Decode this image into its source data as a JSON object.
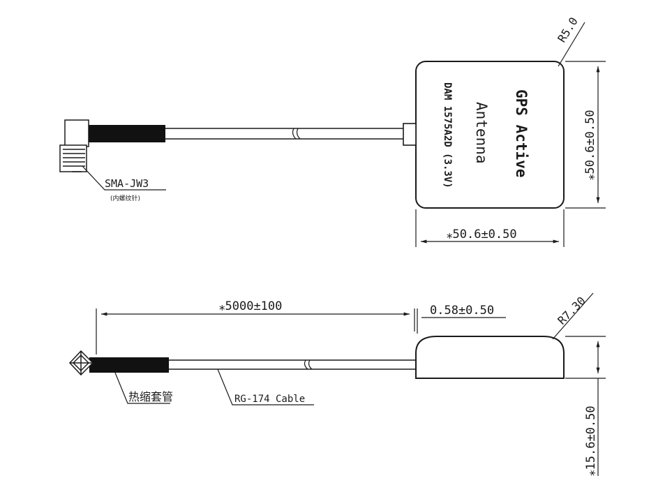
{
  "top_view": {
    "label_title": "GPS Active",
    "label_subtitle": "Antenna",
    "label_model": "DAM 1575A2D (3.3V)",
    "corner_radius": "R5.0",
    "height_dim": "⁎50.6±0.50",
    "width_dim": "⁎50.6±0.50",
    "connector_name": "SMA-JW3",
    "connector_note": "(内螺纹针)"
  },
  "side_view": {
    "cable_length_dim": "⁎5000±100",
    "offset_dim": "0.58±0.50",
    "corner_radius": "R7.30",
    "height_dim": "⁎15.6±0.50",
    "heatshrink_label": "热缩套管",
    "cable_label": "RG-174 Cable"
  },
  "colors": {
    "ink": "#1a1a1a",
    "paper": "#ffffff"
  }
}
